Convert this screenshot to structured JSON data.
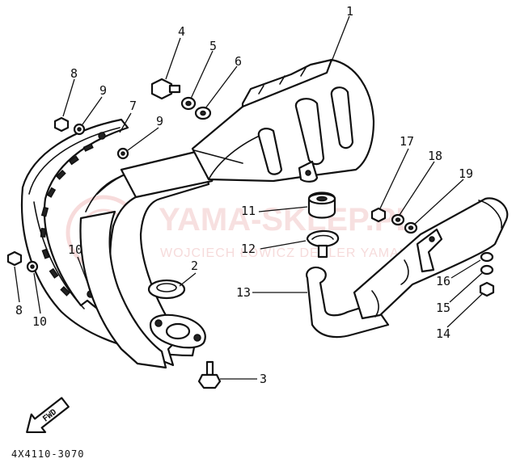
{
  "watermark": {
    "main": "YAMA-SKLEP.PL",
    "sub": "WOJCIECH ŁOWICZ DEALER YAMAHA"
  },
  "diagram_code": "4X4110-3070",
  "fwd_label": "FWD",
  "callouts": [
    "1",
    "2",
    "3",
    "4",
    "5",
    "6",
    "7",
    "8",
    "9",
    "9",
    "10",
    "11",
    "12",
    "13",
    "14",
    "15",
    "16",
    "17",
    "18",
    "19",
    "8",
    "10"
  ],
  "colors": {
    "ink": "#111111",
    "watermark": "#f3cccc",
    "background": "#ffffff"
  }
}
